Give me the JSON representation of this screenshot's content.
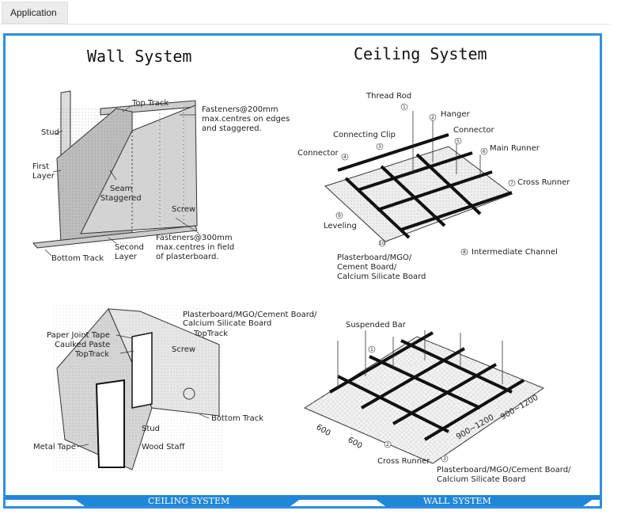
{
  "tab": {
    "label": "Application"
  },
  "wall_system": {
    "title": "Wall System",
    "labels": {
      "top_track": "Top Track",
      "stud": "Stud",
      "first_layer": "First\nLayer",
      "fasteners_200": "Fasteners@200mm\nmax.centres on edges\nand staggered.",
      "seam_staggered": "Seam\nStaggered",
      "screw": "Screw",
      "fasteners_300": "Fasteners@300mm\nmax.centres in field\nof plasterboard.",
      "second_layer": "Second\nLayer",
      "bottom_track": "Bottom Track"
    }
  },
  "ceiling_system": {
    "title": "Ceiling System",
    "labels": {
      "thread_rod": "Thread Rod",
      "hanger": "Hanger",
      "connecting_clip": "Connecting Clip",
      "connector_top": "Connector",
      "connector_left": "Connector",
      "main_runner": "Main Runner",
      "cross_runner": "Cross Runner",
      "leveling": "Leveling",
      "intermediate_channel": "Intermediate Channel",
      "board": "Plasterboard/MGO/\nCement Board/\nCalcium Silicate Board"
    },
    "numbers": [
      "1",
      "2",
      "3",
      "4",
      "5",
      "6",
      "7",
      "8",
      "9",
      "10"
    ]
  },
  "partition": {
    "labels": {
      "board": "Plasterboard/MGO/Cement Board/\nCalcium Silicate Board",
      "top_track_right": "TopTrack",
      "screw": "Screw",
      "paper_joint_tape": "Paper Joint Tape",
      "caulked_paste": "Caulked Paste",
      "top_track_left": "TopTrack",
      "bottom_track": "Bottom Track",
      "stud": "Stud",
      "metal_tape": "Metal Tape",
      "wood_staff": "Wood Staff"
    }
  },
  "suspended": {
    "labels": {
      "suspended_bar": "Suspended Bar",
      "dim_600_a": "600",
      "dim_600_b": "600",
      "dim_900_a": "900~1200",
      "dim_900_b": "900~1200",
      "cross_runner": "Cross Runner",
      "board": "Plasterboard/MGO/Cement Board/\nCalcium Silicate Board"
    },
    "numbers": [
      "1",
      "2",
      "3"
    ]
  },
  "banners": {
    "left": "CEILING SYSTEM",
    "right": "WALL SYSTEM"
  },
  "colors": {
    "frame": "#2f8fe0",
    "banner": "#1f86d8"
  }
}
